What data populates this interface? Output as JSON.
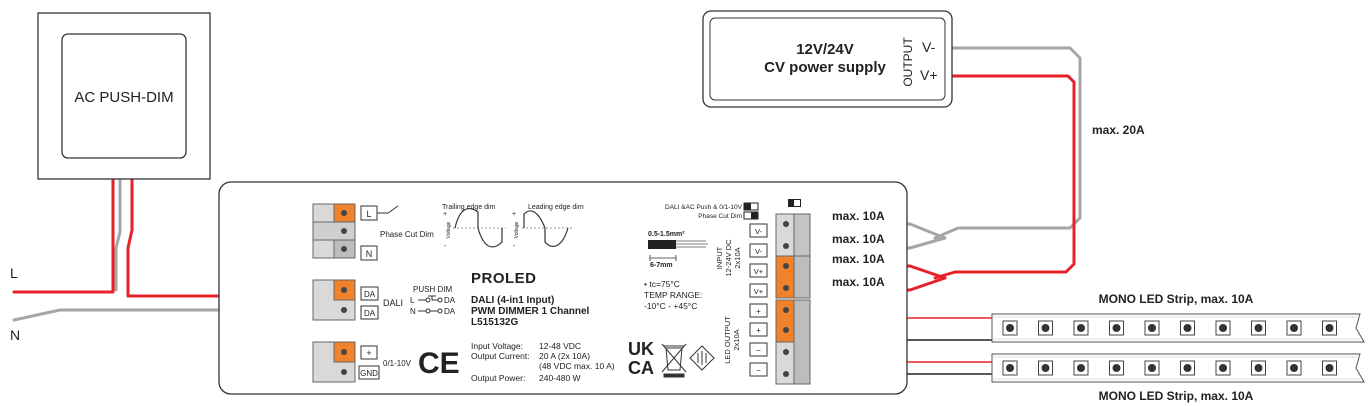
{
  "switch": {
    "label": "AC PUSH-DIM"
  },
  "mains": {
    "l": "L",
    "n": "N"
  },
  "psu": {
    "line1": "12V/24V",
    "line2": "CV power supply",
    "output": "OUTPUT",
    "vminus": "V-",
    "vplus": "V+"
  },
  "wires": {
    "max20": "max. 20A",
    "max10": [
      "max. 10A",
      "max. 10A",
      "max. 10A",
      "max. 10A"
    ]
  },
  "strips": {
    "top": "MONO LED Strip, max. 10A",
    "bottom": "MONO LED Strip, max. 10A"
  },
  "dimmer": {
    "term_l": "L",
    "term_n": "N",
    "phase_cut": "Phase Cut Dim",
    "trailing": "Trailing edge dim",
    "leading": "Leading edge dim",
    "voltage": "Voltage",
    "sign_plus": "+",
    "sign_minus": "-",
    "term_da1": "DA",
    "term_da2": "DA",
    "dali": "DALI",
    "push_dim": "PUSH DIM",
    "push_l": "L",
    "push_n": "N",
    "push_da1": "DA",
    "push_da2": "DA",
    "term_plus": "+",
    "term_gnd": "GND",
    "zero_ten": "0/1-10V",
    "ce": "CE",
    "brand": "PROLED",
    "model1": "DALI (4-in1 Input)",
    "model2": "PWM DIMMER 1 Channel",
    "model3": "L515132G",
    "spec_iv_label": "Input Voltage:",
    "spec_iv": "12-48 VDC",
    "spec_oc_label": "Output Current:",
    "spec_oc": "20 A (2x 10A)",
    "spec_oc2": "(48 VDC max. 10 A)",
    "spec_op_label": "Output Power:",
    "spec_op": "240-480 W",
    "wire_size": "0.5-1.5mm²",
    "strip_len": "6-7mm",
    "tc": "• tc=75°C",
    "temp_range": "TEMP RANGE:",
    "temp_vals": "-10°C - +45°C",
    "sw_dali": "DALI &AC Push & 0/1-10V",
    "sw_phase": "Phase Cut Dim",
    "input_l1": "INPUT",
    "input_l2": "12-24V DC",
    "input_l3": "2x10A",
    "in_vm1": "V-",
    "in_vm2": "V-",
    "in_vp1": "V+",
    "in_vp2": "V+",
    "output_l1": "LED OUTPUT",
    "output_l2": "2x10A",
    "out_p1": "+",
    "out_p2": "+",
    "out_m1": "−",
    "out_m2": "−",
    "ukca1": "UK",
    "ukca2": "CA"
  },
  "colors": {
    "red": "#e8202a",
    "gray": "#a6a6a6",
    "black": "#222222",
    "orange": "#f0822c"
  }
}
